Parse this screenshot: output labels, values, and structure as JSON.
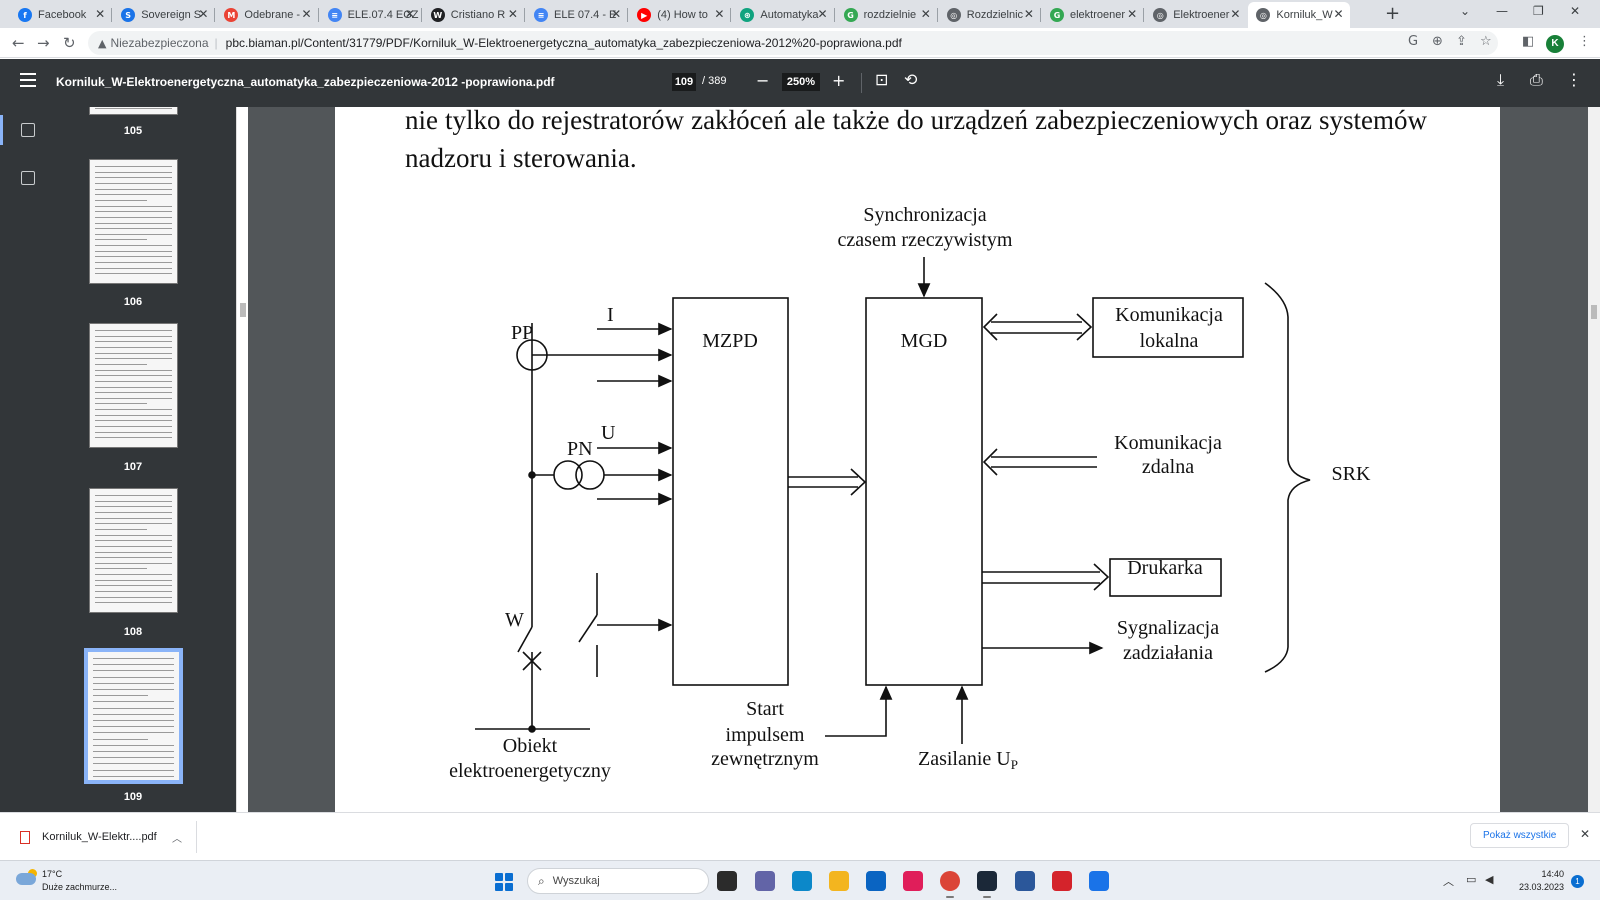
{
  "browser": {
    "tabs": [
      {
        "title": "Facebook",
        "color": "#1877f2",
        "glyph": "f"
      },
      {
        "title": "Sovereign S",
        "color": "#1a73e8",
        "glyph": "S"
      },
      {
        "title": "Odebrane -",
        "color": "#ea4335",
        "glyph": "M"
      },
      {
        "title": "ELE.07.4 EGZ",
        "color": "#4285f4",
        "glyph": "≡"
      },
      {
        "title": "Cristiano R",
        "color": "#202124",
        "glyph": "W"
      },
      {
        "title": "ELE 07.4 - E",
        "color": "#4285f4",
        "glyph": "≡"
      },
      {
        "title": "(4) How to",
        "color": "#ff0000",
        "glyph": "▶"
      },
      {
        "title": "Automatyka",
        "color": "#10a37f",
        "glyph": "⊛"
      },
      {
        "title": "rozdzielnie",
        "color": "#34a853",
        "glyph": "G"
      },
      {
        "title": "Rozdzielnic",
        "color": "#5f6368",
        "glyph": "◎"
      },
      {
        "title": "elektroener",
        "color": "#34a853",
        "glyph": "G"
      },
      {
        "title": "Elektroener",
        "color": "#5f6368",
        "glyph": "◎"
      },
      {
        "title": "Korniluk_W",
        "color": "#5f6368",
        "glyph": "◎"
      }
    ],
    "active_tab": 12,
    "security_label": "Niezabezpieczona",
    "url": "pbc.biaman.pl/Content/31779/PDF/Korniluk_W-Elektroenergetyczna_automatyka_zabezpieczeniowa-2012%20-poprawiona.pdf",
    "profile_initial": "K"
  },
  "pdf": {
    "filename": "Korniluk_W-Elektroenergetyczna_automatyka_zabezpieczeniowa-2012 -poprawiona.pdf",
    "current_page": "109",
    "total_pages": "/ 389",
    "zoom": "250%",
    "thumbnails": [
      {
        "label": "105"
      },
      {
        "label": "106"
      },
      {
        "label": "107"
      },
      {
        "label": "108"
      },
      {
        "label": "109"
      }
    ],
    "body_text": "nie tylko do rejestratorów zakłóceń ale także do urządzeń zabezpieczeniowych oraz systemów nadzoru i sterowania.",
    "diagram": {
      "sync_line1": "Synchronizacja",
      "sync_line2": "czasem rzeczywistym",
      "mzpd": "MZPD",
      "mgd": "MGD",
      "pp": "PP",
      "i": "I",
      "pn": "PN",
      "u": "U",
      "w": "W",
      "kom_lokalna_1": "Komunikacja",
      "kom_lokalna_2": "lokalna",
      "kom_zdalna_1": "Komunikacja",
      "kom_zdalna_2": "zdalna",
      "drukarka": "Drukarka",
      "sygn_1": "Sygnalizacja",
      "sygn_2": "zadziałania",
      "srk": "SRK",
      "start_1": "Start",
      "start_2": "impulsem",
      "start_3": "zewnętrznym",
      "zasilanie": "Zasilanie U",
      "zasilanie_sub": "P",
      "obiekt_1": "Obiekt",
      "obiekt_2": "elektroenergetyczny"
    }
  },
  "downloads": {
    "item": "Korniluk_W-Elektr....pdf",
    "show_all": "Pokaż wszystkie"
  },
  "taskbar": {
    "temperature": "17°C",
    "weather": "Duże zachmurze...",
    "search_placeholder": "Wyszukaj",
    "time": "14:40",
    "date": "23.03.2023",
    "notifications": "1",
    "apps": [
      {
        "name": "task-view",
        "color": "#2b2b2b"
      },
      {
        "name": "teams",
        "color": "#6264a7"
      },
      {
        "name": "edge",
        "color": "#0c88c9"
      },
      {
        "name": "file-explorer",
        "color": "#f3b51f"
      },
      {
        "name": "mail",
        "color": "#0a64c2"
      },
      {
        "name": "slack",
        "color": "#e01e5a"
      },
      {
        "name": "chrome",
        "color": "#db4437"
      },
      {
        "name": "steam",
        "color": "#1b2838"
      },
      {
        "name": "word",
        "color": "#2b579a"
      },
      {
        "name": "acrobat",
        "color": "#d4232b"
      },
      {
        "name": "messenger",
        "color": "#1a73e8"
      }
    ]
  }
}
